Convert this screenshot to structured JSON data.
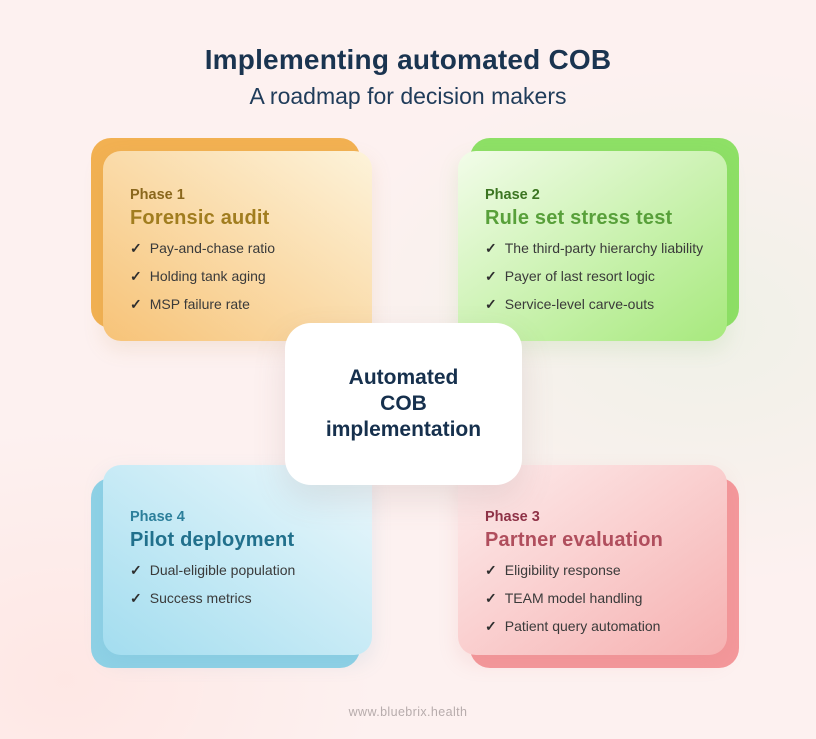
{
  "page": {
    "title": "Implementing automated COB",
    "subtitle": "A roadmap for decision makers",
    "footer_url": "www.bluebrix.health",
    "background_color": "#fdf1f0",
    "title_color": "#1a3450"
  },
  "glyphs": {
    "check": "✓"
  },
  "center_card": {
    "line1": "Automated",
    "line2": "COB",
    "line3": "implementation",
    "text_color": "#16304d"
  },
  "phases": [
    {
      "label": "Phase 1",
      "title": "Forensic audit",
      "position": "top-left",
      "items": [
        "Pay-and-chase ratio",
        "Holding tank aging",
        "MSP failure rate"
      ],
      "colors": {
        "label": "#8a671d",
        "title": "#a17d1f",
        "back": "#f2b152",
        "gradient_start": "#f7c378",
        "gradient_end": "#fdf3da"
      }
    },
    {
      "label": "Phase 2",
      "title": "Rule set stress test",
      "position": "top-right",
      "items": [
        "The third-party hierarchy liability",
        "Payer of last resort logic",
        "Service-level carve-outs"
      ],
      "colors": {
        "label": "#3c7522",
        "title": "#58a03a",
        "back": "#8ee066",
        "gradient_start": "#f2fce9",
        "gradient_end": "#a7e97d"
      }
    },
    {
      "label": "Phase 3",
      "title": "Partner evaluation",
      "position": "bottom-right",
      "items": [
        "Eligibility response",
        "TEAM model handling",
        "Patient query automation"
      ],
      "colors": {
        "label": "#8f3247",
        "title": "#b04e5d",
        "back": "#f4989b",
        "gradient_start": "#fdecec",
        "gradient_end": "#f6b1b1"
      }
    },
    {
      "label": "Phase 4",
      "title": "Pilot deployment",
      "position": "bottom-left",
      "items": [
        "Dual-eligible population",
        "Success metrics"
      ],
      "colors": {
        "label": "#2c7f9b",
        "title": "#21708c",
        "back": "#8fd2e6",
        "gradient_start": "#a3ddef",
        "gradient_end": "#ecf8fc"
      }
    }
  ]
}
